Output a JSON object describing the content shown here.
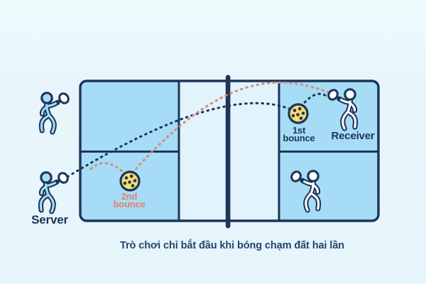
{
  "diagram": {
    "caption": "Trò chơi chỉ bắt đầu khi bóng chạm đất hai lần",
    "players": {
      "server_label": "Server",
      "receiver_label": "Receiver"
    },
    "bounces": {
      "first": {
        "line1": "1st",
        "line2": "bounce"
      },
      "second": {
        "line1": "2nd",
        "line2": "bounce"
      }
    },
    "colors": {
      "navy": "#1d3557",
      "court_blue": "#a6dcf5",
      "kitchen_blue": "#e2f3fc",
      "background": "#e9f6fc",
      "accent_coral": "#d28c7b",
      "coral_text": "#e0806d",
      "ball_yellow": "#f7dc6f",
      "paddle_white": "#fdfeff"
    }
  }
}
